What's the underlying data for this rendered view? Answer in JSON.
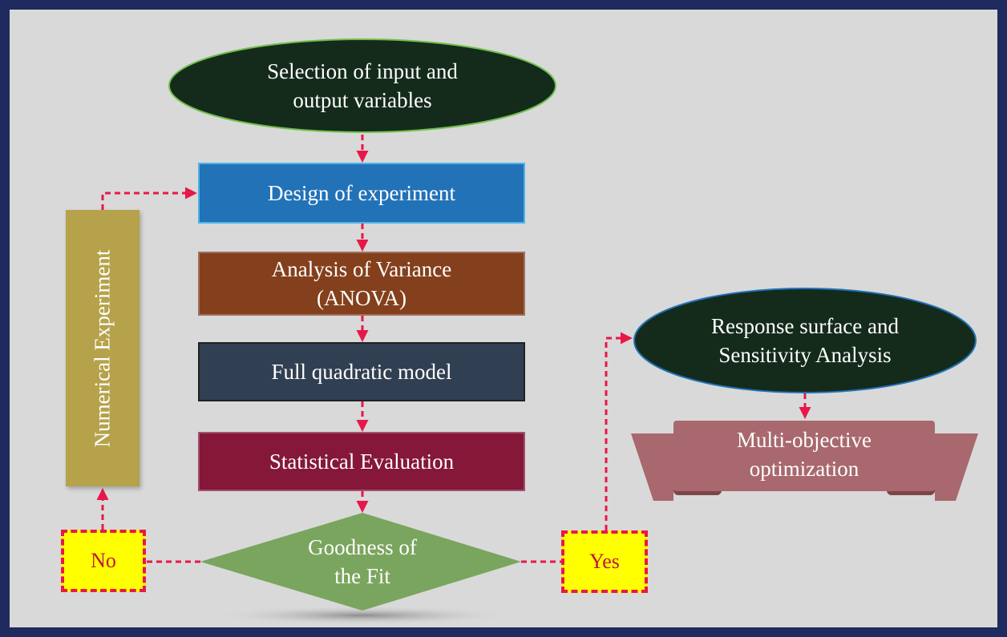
{
  "nodes": {
    "start": "Selection of input and\noutput variables",
    "design": "Design of experiment",
    "anova": "Analysis of Variance\n(ANOVA)",
    "quadratic": "Full quadratic model",
    "statistical": "Statistical Evaluation",
    "goodness": "Goodness of\nthe Fit",
    "numerical": "Numerical Experiment",
    "response": "Response surface and\nSensitivity Analysis",
    "optimization": "Multi-objective\noptimization"
  },
  "decisions": {
    "no": "No",
    "yes": "Yes"
  },
  "colors": {
    "frame": "#1f2a5e",
    "background": "#d9d9d9",
    "ellipse": "#142b1c",
    "design": "#2272b8",
    "anova": "#84401c",
    "quadratic": "#313f52",
    "statistical": "#851739",
    "diamond": "#7aa55e",
    "numerical": "#b5a24a",
    "ribbon": "#a8686e",
    "arrow": "#e8174a",
    "tag": "#ffff00"
  }
}
